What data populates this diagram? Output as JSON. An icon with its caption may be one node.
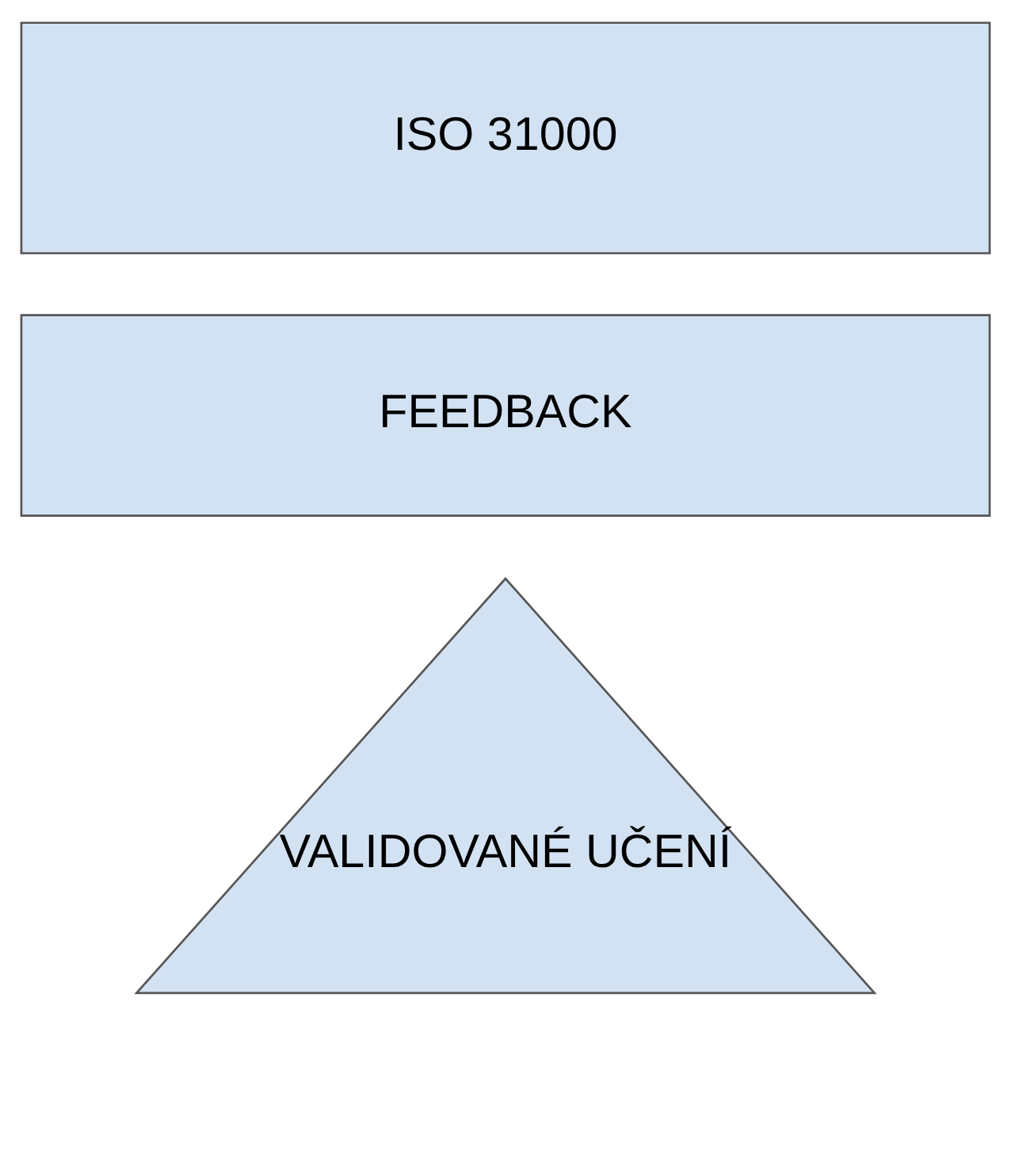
{
  "diagram": {
    "nodes": [
      {
        "text": [
          "VALIDOVANÉ UČENÍ"
        ]
      },
      {
        "text": [
          "FEEDBACK"
        ]
      },
      {
        "text": [
          "ISO 31000"
        ]
      }
    ]
  }
}
